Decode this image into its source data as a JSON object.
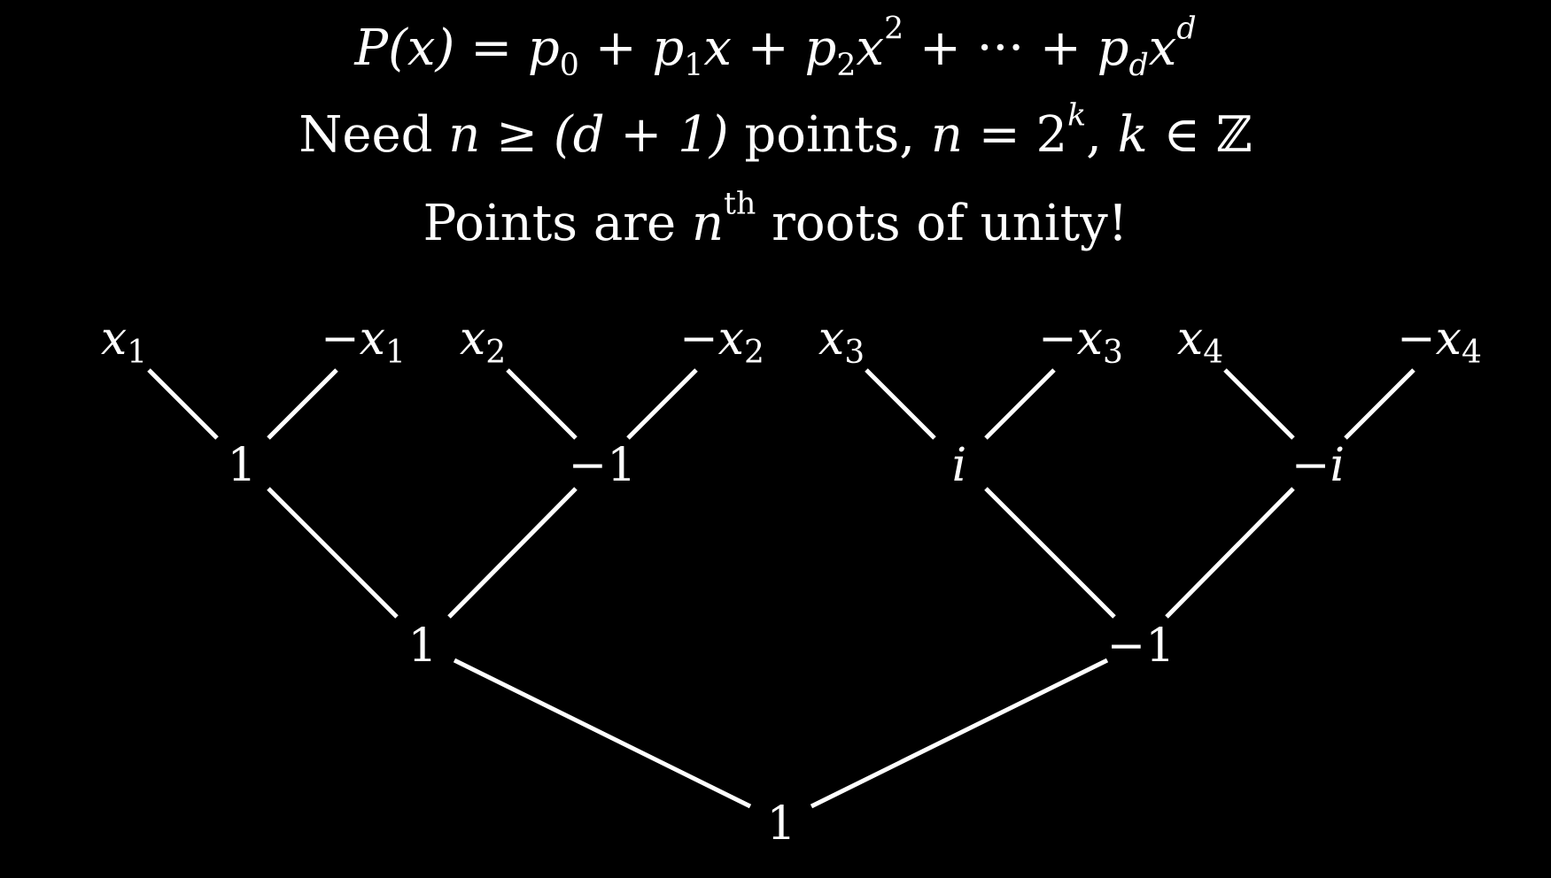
{
  "header": {
    "line1": {
      "lhs": "P(x)",
      "eq": "=",
      "terms": [
        {
          "coef": "p",
          "idx": "0",
          "var": "",
          "pow": ""
        },
        {
          "coef": "p",
          "idx": "1",
          "var": "x",
          "pow": ""
        },
        {
          "coef": "p",
          "idx": "2",
          "var": "x",
          "pow": "2"
        },
        {
          "coef": "p",
          "idx": "d",
          "var": "x",
          "pow": "d"
        }
      ],
      "plus": "+",
      "ellipsis": "···"
    },
    "line2": {
      "need": "Need",
      "n": "n",
      "geq": "≥",
      "paren": "(d + 1)",
      "points": "points,",
      "n2": "n",
      "eq": "=",
      "base": "2",
      "exp": "k",
      "comma": ",",
      "k": "k",
      "in": "∈",
      "Z": "ℤ"
    },
    "line3": {
      "pre": "Points are",
      "n": "n",
      "sup": "th",
      "post": "roots of unity!"
    }
  },
  "tree": {
    "leaves": [
      {
        "sign": "",
        "var": "x",
        "sub": "1"
      },
      {
        "sign": "−",
        "var": "x",
        "sub": "1"
      },
      {
        "sign": "",
        "var": "x",
        "sub": "2"
      },
      {
        "sign": "−",
        "var": "x",
        "sub": "2"
      },
      {
        "sign": "",
        "var": "x",
        "sub": "3"
      },
      {
        "sign": "−",
        "var": "x",
        "sub": "3"
      },
      {
        "sign": "",
        "var": "x",
        "sub": "4"
      },
      {
        "sign": "−",
        "var": "x",
        "sub": "4"
      }
    ],
    "level1": [
      {
        "sign": "",
        "val": "1",
        "italic": false
      },
      {
        "sign": "−",
        "val": "1",
        "italic": false
      },
      {
        "sign": "",
        "val": "i",
        "italic": true
      },
      {
        "sign": "−",
        "val": "i",
        "italic": true
      }
    ],
    "level2": [
      {
        "sign": "",
        "val": "1",
        "italic": false
      },
      {
        "sign": "−",
        "val": "1",
        "italic": false
      }
    ],
    "root": {
      "sign": "",
      "val": "1",
      "italic": false
    }
  }
}
